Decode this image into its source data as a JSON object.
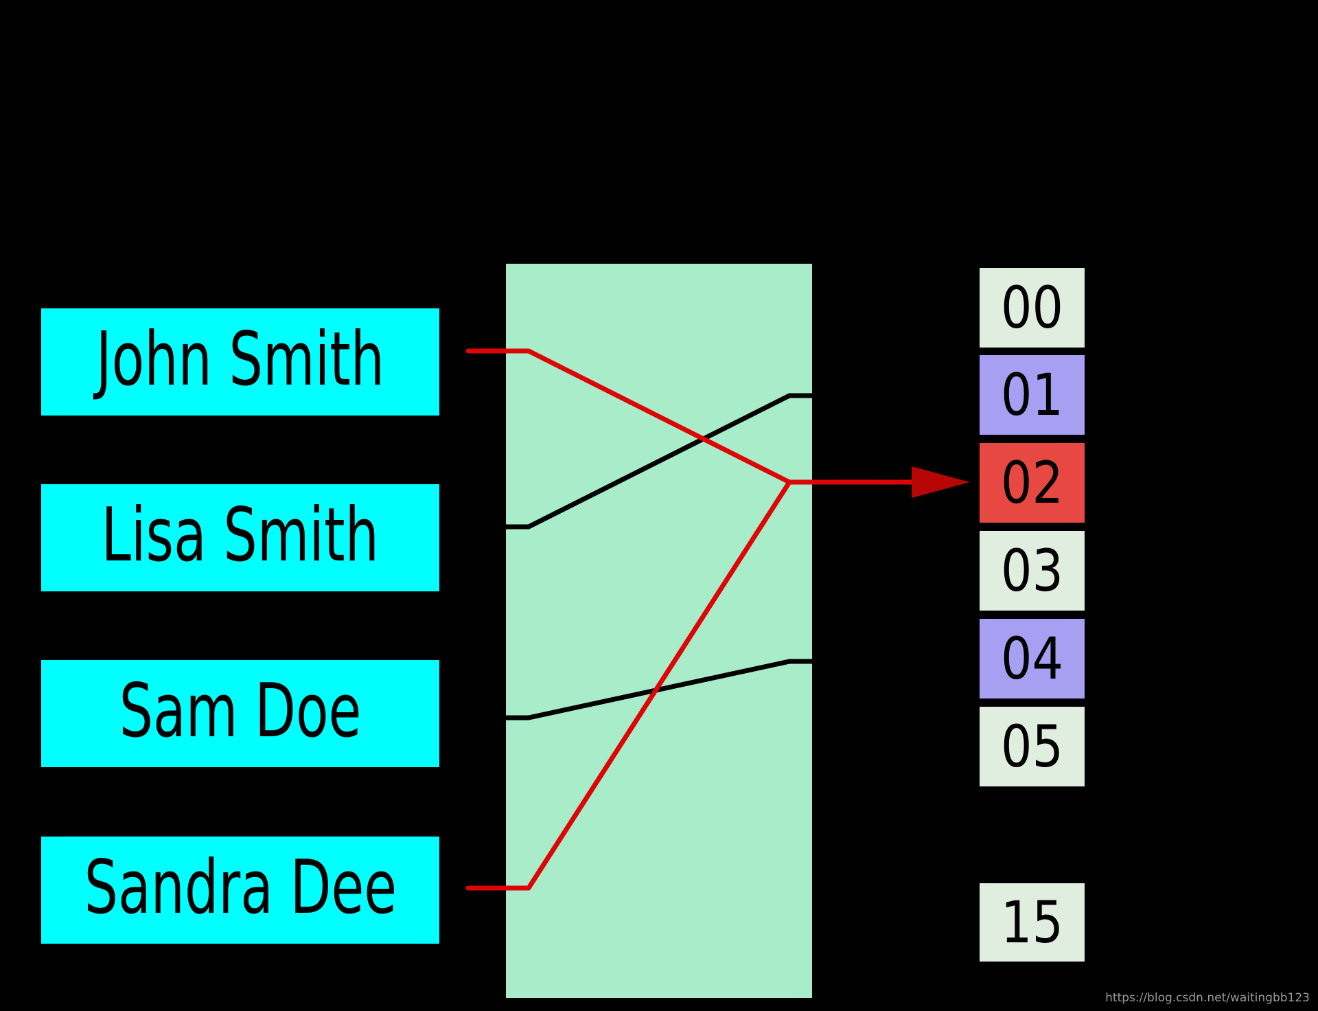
{
  "keys": [
    {
      "label": "John Smith"
    },
    {
      "label": "Lisa Smith"
    },
    {
      "label": "Sam Doe"
    },
    {
      "label": "Sandra Dee"
    }
  ],
  "buckets": [
    {
      "label": "00",
      "state": "empty"
    },
    {
      "label": "01",
      "state": "occupied"
    },
    {
      "label": "02",
      "state": "collision"
    },
    {
      "label": "03",
      "state": "empty"
    },
    {
      "label": "04",
      "state": "occupied"
    },
    {
      "label": "05",
      "state": "empty"
    },
    {
      "label": "15",
      "state": "empty"
    }
  ],
  "mappings": [
    {
      "key": "John Smith",
      "bucket": "02",
      "line_style": "red-collision"
    },
    {
      "key": "Lisa Smith",
      "bucket": "01",
      "line_style": "black"
    },
    {
      "key": "Sam Doe",
      "bucket": "04",
      "line_style": "black"
    },
    {
      "key": "Sandra Dee",
      "bucket": "02",
      "line_style": "red-collision"
    }
  ],
  "colors": {
    "background": "#000000",
    "key_box": "#00ffff",
    "hash_box": "#a8ecca",
    "bucket_empty": "#dfeede",
    "bucket_occupied": "#a7a0f2",
    "bucket_collision": "#e84842",
    "line_black": "#000000",
    "line_red": "#dd0505",
    "arrowhead_red": "#b80505",
    "watermark_gray": "#9a9a9a"
  },
  "watermark": {
    "text": "https://blog.csdn.net/waitingbb123"
  }
}
